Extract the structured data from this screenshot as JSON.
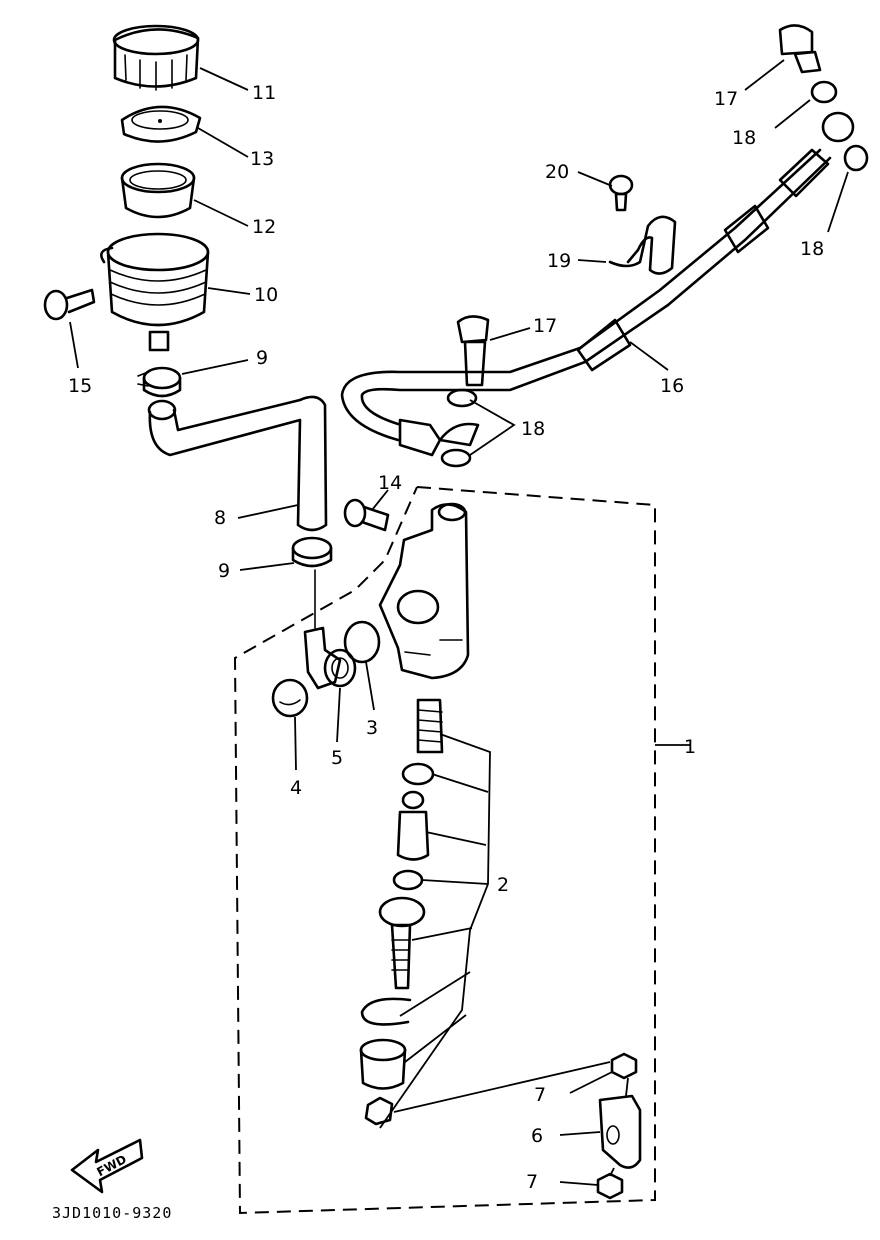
{
  "diagram": {
    "drawing_code": "3JD1010-9320",
    "direction_marker": "FWD",
    "callouts": [
      {
        "id": "p1",
        "label": "1"
      },
      {
        "id": "p2",
        "label": "2"
      },
      {
        "id": "p3",
        "label": "3"
      },
      {
        "id": "p4",
        "label": "4"
      },
      {
        "id": "p5",
        "label": "5"
      },
      {
        "id": "p6",
        "label": "6"
      },
      {
        "id": "p7a",
        "label": "7"
      },
      {
        "id": "p7b",
        "label": "7"
      },
      {
        "id": "p8",
        "label": "8"
      },
      {
        "id": "p9a",
        "label": "9"
      },
      {
        "id": "p9b",
        "label": "9"
      },
      {
        "id": "p10",
        "label": "10"
      },
      {
        "id": "p11",
        "label": "11"
      },
      {
        "id": "p12",
        "label": "12"
      },
      {
        "id": "p13",
        "label": "13"
      },
      {
        "id": "p14",
        "label": "14"
      },
      {
        "id": "p15",
        "label": "15"
      },
      {
        "id": "p16",
        "label": "16"
      },
      {
        "id": "p17a",
        "label": "17"
      },
      {
        "id": "p17b",
        "label": "17"
      },
      {
        "id": "p18a",
        "label": "18"
      },
      {
        "id": "p18b",
        "label": "18"
      },
      {
        "id": "p18c",
        "label": "18"
      },
      {
        "id": "p19",
        "label": "19"
      },
      {
        "id": "p20",
        "label": "20"
      }
    ]
  }
}
